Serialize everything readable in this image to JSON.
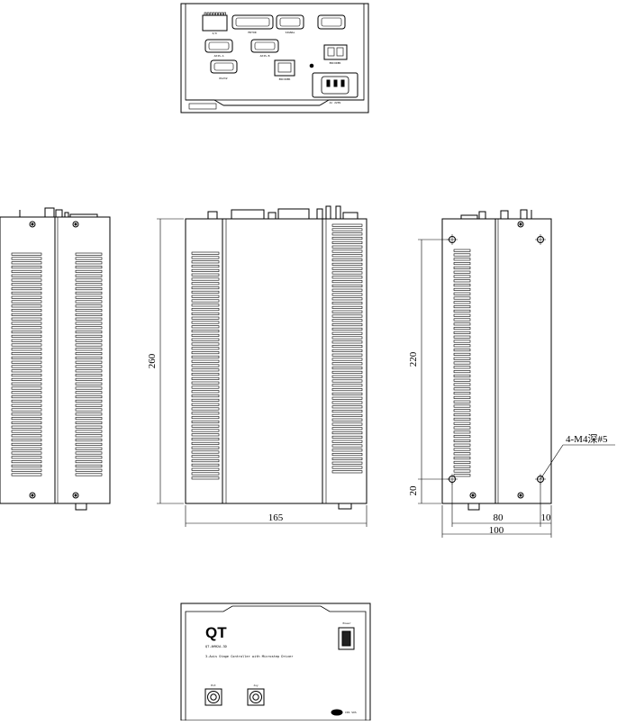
{
  "top_view": {
    "connector_labels": [
      "I/O",
      "MOTOR",
      "SIGNAL",
      "",
      "AXIS-A",
      "AXIS-B",
      "RS232",
      "ENCODER",
      "ENCODER",
      "AC 220V"
    ]
  },
  "front_view": {
    "brand": "QT",
    "model": "QT-AMH2A-3D",
    "description": "3-Axis Stage Controller with Microstep Driver",
    "power_label": "Power",
    "port_left_label": "Ext",
    "port_right_label": "Joy",
    "power_plug_label": "CDS SOS"
  },
  "dimensions": {
    "height": "260",
    "depth": "165",
    "hole_span": "220",
    "hole_offset": "20",
    "hole_pitch": "80",
    "edge_offset": "10",
    "width": "100",
    "thread_callout": "4-M4深#5"
  }
}
